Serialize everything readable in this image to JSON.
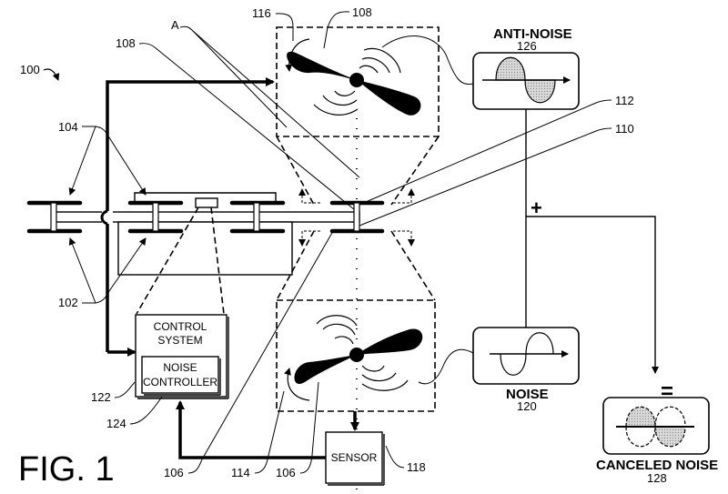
{
  "figure": {
    "title": "FIG. 1",
    "domain": "patent-drawing"
  },
  "reference_numerals": {
    "system": "100",
    "rotor_arms": "102",
    "motors_props": "104",
    "propeller_lower": "106",
    "propeller_upper": "108",
    "axis_label": "A",
    "ref_110": "110",
    "ref_112": "112",
    "ref_114": "114",
    "ref_116": "116",
    "sensor": "118",
    "noise": "120",
    "control_system": "122",
    "noise_controller": "124",
    "anti_noise": "126",
    "canceled_noise": "128"
  },
  "blocks": {
    "control_system": {
      "line1": "CONTROL",
      "line2": "SYSTEM"
    },
    "noise_controller": {
      "line1": "NOISE",
      "line2": "CONTROLLER"
    },
    "sensor": {
      "label": "SENSOR"
    }
  },
  "signals": {
    "anti_noise": {
      "title": "ANTI-NOISE",
      "ref": "126"
    },
    "noise": {
      "title": "NOISE",
      "ref": "120"
    },
    "canceled_noise": {
      "title": "CANCELED NOISE",
      "ref": "128"
    }
  },
  "operators": {
    "plus": "+",
    "equals": "="
  }
}
